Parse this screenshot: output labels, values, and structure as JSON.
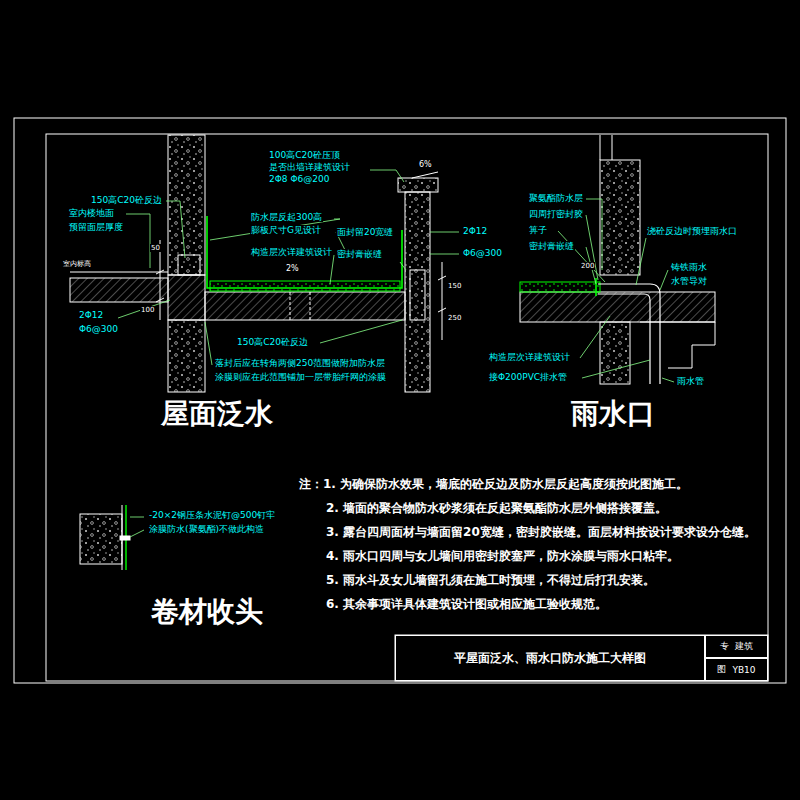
{
  "diagram": {
    "nodes": [
      {
        "text": [
          "平屋面泛水、雨水口防水施工大样图"
        ]
      },
      {
        "text": [
          "专",
          "建筑"
        ]
      },
      {
        "text": [
          "图",
          "YB10"
        ]
      }
    ],
    "labels": [
      "100高C20砼压顶",
      "是否出墙详建筑设计",
      "2Φ8 Φ6@200",
      "6%",
      "150高C20砼反边",
      "室内楼地面",
      "预留面层厚度",
      "室内标高",
      "50",
      "100",
      "2Φ12",
      "Φ6@300",
      "防水层反起300高",
      "膨板尺寸G见设计",
      "构造层次详建筑设计",
      "面封留20宽缝",
      "密封膏嵌缝",
      "2%",
      "2Φ12",
      "Φ6@300",
      "150",
      "250",
      "150高C20砼反边",
      "落封后应在转角两侧250范围做附加防水层",
      "涂膜则应在此范围铺加一层带胎纤网的涂膜",
      "屋面泛水",
      "聚氨酯防水层",
      "四周打密封胶",
      "箅子",
      "密封膏嵌缝",
      "200",
      "浇砼反边时预埋雨水口",
      "铸铁雨水",
      "水管导对",
      "构造层次详建筑设计",
      "接Φ200PVC排水管",
      "雨水管",
      "雨水口",
      "-20×2钢压条水泥钉@500钉牢",
      "涂膜防水(聚氨酯)不做此构造",
      "卷材收头",
      "注：1. 为确保防水效果，墙底的砼反边及防水层反起高度须按此图施工。",
      "2. 墙面的聚合物防水砂浆须在反起聚氨酯防水层外侧搭接覆盖。",
      "3. 露台四周面材与墙面留20宽缝，密封胶嵌缝。面层材料按设计要求设分仓缝。",
      "4. 雨水口四周与女儿墙间用密封胶塞严，防水涂膜与雨水口粘牢。",
      "5. 雨水斗及女儿墙留孔须在施工时预埋，不得过后打孔安装。",
      "6. 其余事项详具体建筑设计图或相应施工验收规范。"
    ]
  }
}
